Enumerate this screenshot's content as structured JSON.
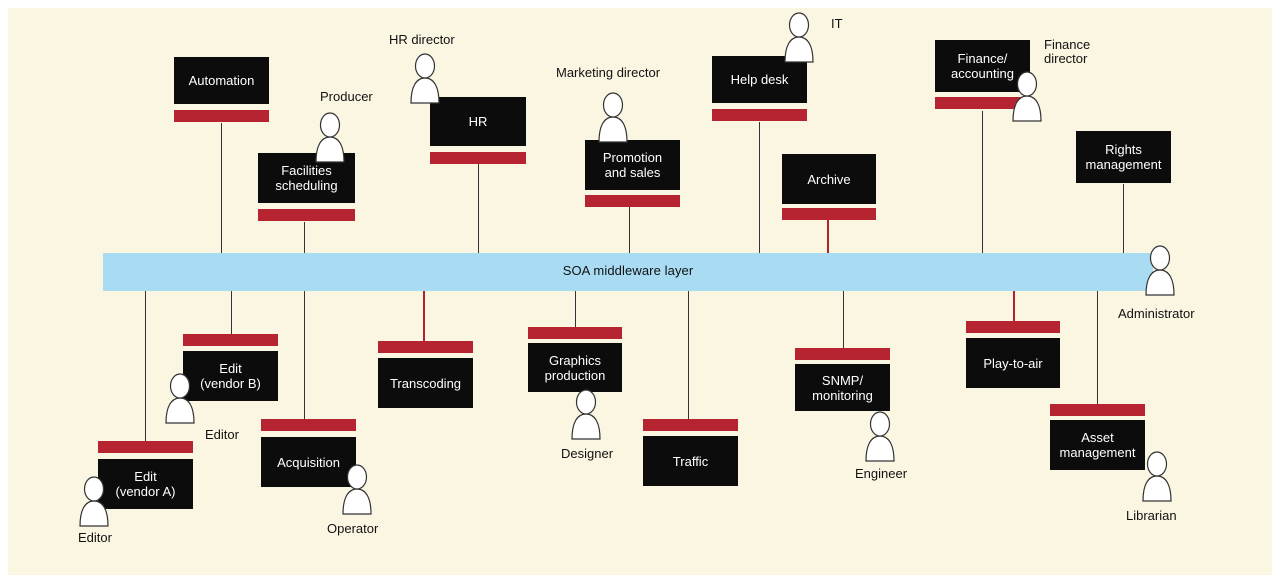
{
  "middleware": {
    "label": "SOA middleware layer"
  },
  "colors": {
    "bus": "#a9dcf3",
    "service_box": "#0c0c0c",
    "service_bar": "#b52430",
    "background": "#fbf6e2"
  },
  "services_top": {
    "automation": "Automation",
    "facilities": "Facilities\nscheduling",
    "hr": "HR",
    "promotion": "Promotion\nand sales",
    "helpdesk": "Help desk",
    "archive": "Archive",
    "finance": "Finance/\naccounting",
    "rights": "Rights\nmanagement"
  },
  "services_bottom": {
    "edit_b": "Edit\n(vendor B)",
    "edit_a": "Edit\n(vendor A)",
    "acquisition": "Acquisition",
    "transcoding": "Transcoding",
    "graphics": "Graphics\nproduction",
    "traffic": "Traffic",
    "snmp": "SNMP/\nmonitoring",
    "playtoair": "Play-to-air",
    "asset": "Asset\nmanagement"
  },
  "roles": {
    "producer": "Producer",
    "hr_director": "HR director",
    "marketing_director": "Marketing director",
    "it": "IT",
    "finance_director": "Finance\ndirector",
    "administrator": "Administrator",
    "editor_b": "Editor",
    "editor_a": "Editor",
    "operator": "Operator",
    "designer": "Designer",
    "engineer": "Engineer",
    "librarian": "Librarian"
  },
  "icons": {
    "person": "person-icon"
  }
}
